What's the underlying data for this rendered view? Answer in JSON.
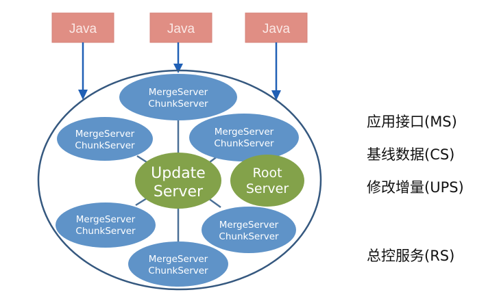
{
  "clients": [
    {
      "label": "Java"
    },
    {
      "label": "Java"
    },
    {
      "label": "Java"
    }
  ],
  "merge_chunk_nodes": [
    {
      "line1": "MergeServer",
      "line2": "ChunkServer",
      "position": "top"
    },
    {
      "line1": "MergeServer",
      "line2": "ChunkServer",
      "position": "upper-left"
    },
    {
      "line1": "MergeServer",
      "line2": "ChunkServer",
      "position": "upper-right"
    },
    {
      "line1": "MergeServer",
      "line2": "ChunkServer",
      "position": "lower-left"
    },
    {
      "line1": "MergeServer",
      "line2": "ChunkServer",
      "position": "lower-right"
    },
    {
      "line1": "MergeServer",
      "line2": "ChunkServer",
      "position": "bottom"
    }
  ],
  "update_server": {
    "line1": "Update",
    "line2": "Server"
  },
  "root_server": {
    "line1": "Root",
    "line2": "Server"
  },
  "legend": [
    {
      "text": "应用接口(MS)"
    },
    {
      "text": "基线数据(CS)"
    },
    {
      "text": "修改增量(UPS)"
    },
    {
      "text": "总控服务(RS)"
    }
  ],
  "colors": {
    "client_box": "#e08e84",
    "arrow": "#1f5fb5",
    "merge_chunk_node": "#5f93c8",
    "update_root_node": "#83a24a",
    "cluster_outline": "#35587f"
  }
}
